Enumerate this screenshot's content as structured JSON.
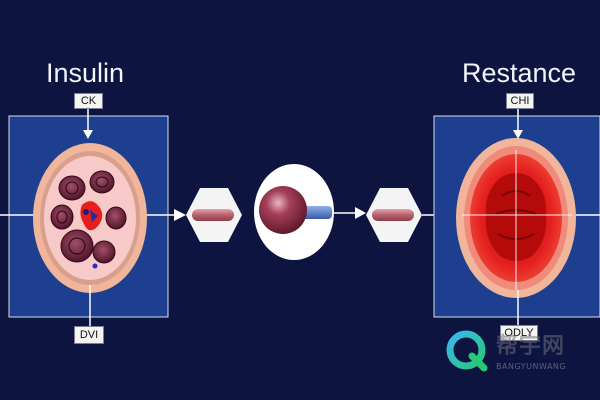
{
  "titles": {
    "left": "Insulin",
    "right": "Restance"
  },
  "tags": {
    "top_left": "CK",
    "bottom_left": "DVI",
    "top_right": "CHI",
    "bottom_right": "ODLY"
  },
  "watermark": {
    "glyphs": "帮宇网",
    "text": "BANGYUNWANG"
  },
  "colors": {
    "background": "#0d1440",
    "panel": "#1e3f8f",
    "cell_outer": "#f0b59a",
    "cell_inner": "#f7c9c9",
    "nucleus": "#6b1c2e",
    "damaged_red": "#e61e1e",
    "sphere": "#8a2a3c",
    "hexagon": "#f4f4f4",
    "tube": "#c77a82"
  }
}
